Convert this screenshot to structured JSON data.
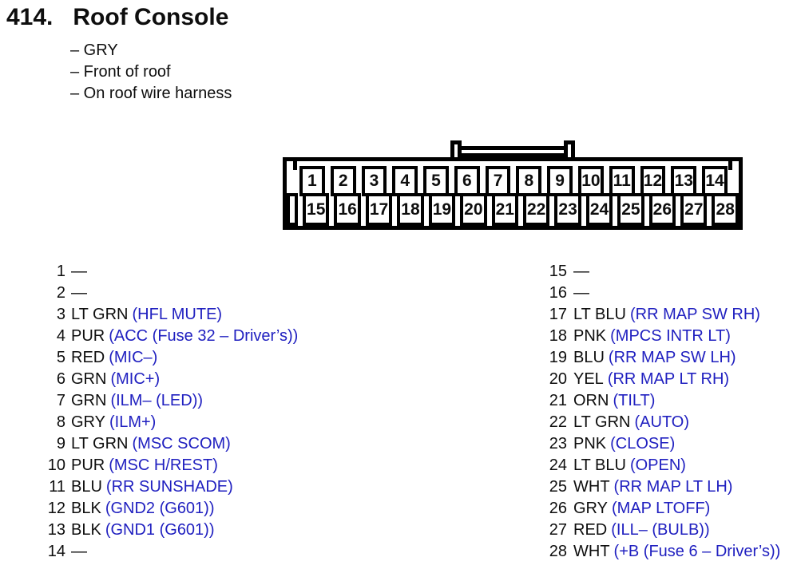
{
  "header": {
    "number": "414.",
    "title": "Roof Console",
    "notes": [
      "– GRY",
      "– Front of roof",
      "– On roof wire harness"
    ]
  },
  "colors": {
    "accent_blue": "#2020c0",
    "ink": "#0e0e0e",
    "line": "#000000"
  },
  "connector": {
    "top_pins": [
      "1",
      "2",
      "3",
      "4",
      "5",
      "6",
      "7",
      "8",
      "9",
      "10",
      "11",
      "12",
      "13",
      "14"
    ],
    "bottom_pins": [
      "15",
      "16",
      "17",
      "18",
      "19",
      "20",
      "21",
      "22",
      "23",
      "24",
      "25",
      "26",
      "27",
      "28"
    ]
  },
  "pins": {
    "left": [
      {
        "num": "1",
        "wire": "—",
        "func": ""
      },
      {
        "num": "2",
        "wire": "—",
        "func": ""
      },
      {
        "num": "3",
        "wire": "LT GRN",
        "func": "(HFL MUTE)"
      },
      {
        "num": "4",
        "wire": "PUR",
        "func": "(ACC (Fuse 32 – Driver’s))"
      },
      {
        "num": "5",
        "wire": "RED",
        "func": "(MIC–)"
      },
      {
        "num": "6",
        "wire": "GRN",
        "func": "(MIC+)"
      },
      {
        "num": "7",
        "wire": "GRN",
        "func": "(ILM– (LED))"
      },
      {
        "num": "8",
        "wire": "GRY",
        "func": "(ILM+)"
      },
      {
        "num": "9",
        "wire": "LT GRN",
        "func": "(MSC SCOM)"
      },
      {
        "num": "10",
        "wire": "PUR",
        "func": "(MSC H/REST)"
      },
      {
        "num": "11",
        "wire": "BLU",
        "func": "(RR SUNSHADE)"
      },
      {
        "num": "12",
        "wire": "BLK",
        "func": "(GND2 (G601))"
      },
      {
        "num": "13",
        "wire": "BLK",
        "func": "(GND1 (G601))"
      },
      {
        "num": "14",
        "wire": "—",
        "func": ""
      }
    ],
    "right": [
      {
        "num": "15",
        "wire": "—",
        "func": ""
      },
      {
        "num": "16",
        "wire": "—",
        "func": ""
      },
      {
        "num": "17",
        "wire": "LT BLU",
        "func": "(RR MAP SW RH)"
      },
      {
        "num": "18",
        "wire": "PNK",
        "func": "(MPCS INTR LT)"
      },
      {
        "num": "19",
        "wire": "BLU",
        "func": "(RR MAP SW LH)"
      },
      {
        "num": "20",
        "wire": "YEL",
        "func": "(RR MAP LT RH)"
      },
      {
        "num": "21",
        "wire": "ORN",
        "func": "(TILT)"
      },
      {
        "num": "22",
        "wire": "LT GRN",
        "func": "(AUTO)"
      },
      {
        "num": "23",
        "wire": "PNK",
        "func": "(CLOSE)"
      },
      {
        "num": "24",
        "wire": "LT BLU",
        "func": "(OPEN)"
      },
      {
        "num": "25",
        "wire": "WHT",
        "func": "(RR MAP LT LH)"
      },
      {
        "num": "26",
        "wire": "GRY",
        "func": "(MAP LTOFF)"
      },
      {
        "num": "27",
        "wire": "RED",
        "func": "(ILL– (BULB))"
      },
      {
        "num": "28",
        "wire": "WHT",
        "func": "(+B (Fuse 6 – Driver’s))"
      }
    ]
  }
}
